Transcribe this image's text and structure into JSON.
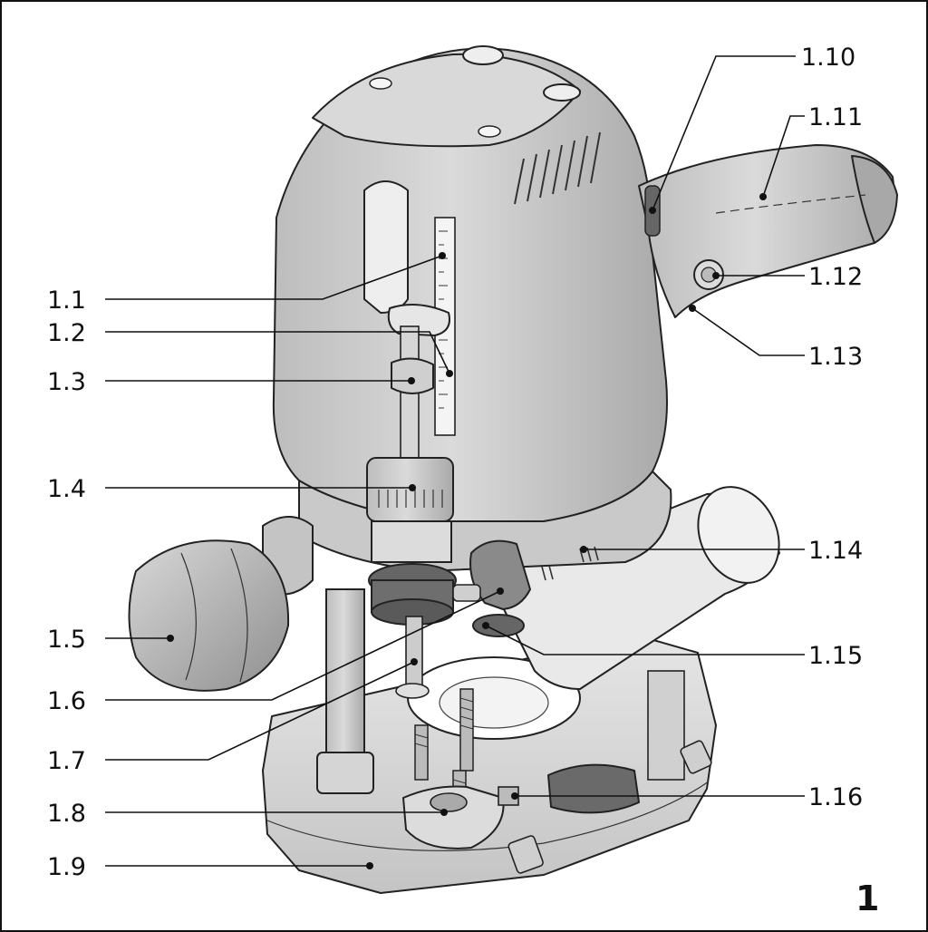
{
  "figure_number": "1",
  "labels": {
    "l1_1": "1.1",
    "l1_2": "1.2",
    "l1_3": "1.3",
    "l1_4": "1.4",
    "l1_5": "1.5",
    "l1_6": "1.6",
    "l1_7": "1.7",
    "l1_8": "1.8",
    "l1_9": "1.9",
    "l1_10": "1.10",
    "l1_11": "1.11",
    "l1_12": "1.12",
    "l1_13": "1.13",
    "l1_14": "1.14",
    "l1_15": "1.15",
    "l1_16": "1.16"
  },
  "colors": {
    "housing": "#cfcfcf",
    "housing_light": "#e4e4e4",
    "housing_dark": "#9a9a9a",
    "metal": "#b8b8b8",
    "dark_part": "#555555",
    "outline": "#222222"
  }
}
